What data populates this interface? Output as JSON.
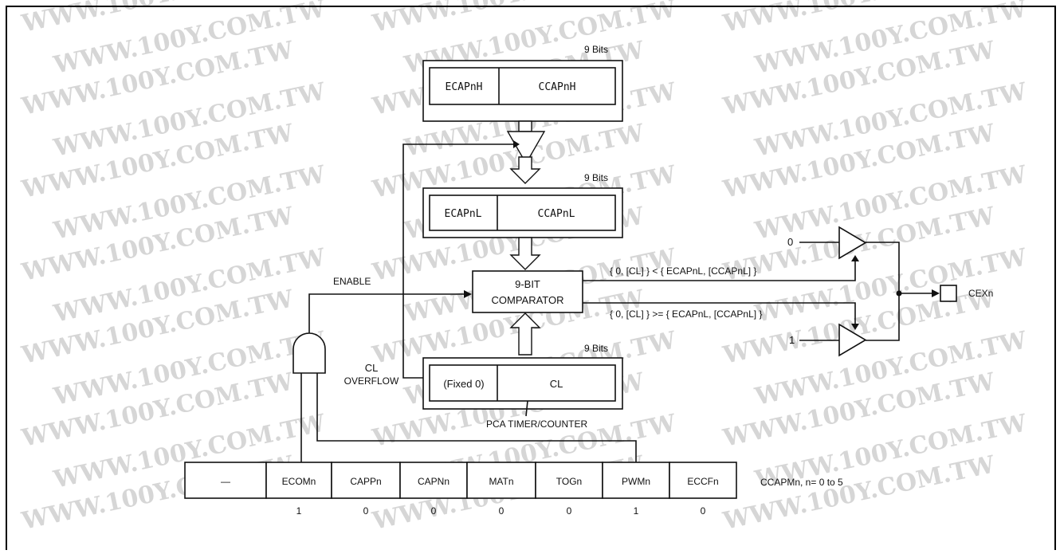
{
  "watermark": "WWW.100Y.COM.TW",
  "registers": {
    "high": {
      "bits": "9 Bits",
      "ext": "ECAPnH",
      "main": "CCAPnH"
    },
    "low": {
      "bits": "9 Bits",
      "ext": "ECAPnL",
      "main": "CCAPnL"
    },
    "timer": {
      "bits": "9 Bits",
      "ext": "(Fixed 0)",
      "main": "CL",
      "caption": "PCA TIMER/COUNTER"
    }
  },
  "comparator": {
    "line1": "9-BIT",
    "line2": "COMPARATOR"
  },
  "signals": {
    "enable": "ENABLE",
    "cl": "CL",
    "overflow": "OVERFLOW",
    "less": "{ 0, [CL] } < { ECAPnL, [CCAPnL] }",
    "ge": "{ 0, [CL] } >= { ECAPnL, [CCAPnL] }",
    "zero": "0",
    "one": "1",
    "output": "CEXn"
  },
  "mode_register": {
    "label": "CCAPMn, n= 0 to 5",
    "bits": [
      {
        "name": "—",
        "value": ""
      },
      {
        "name": "ECOMn",
        "value": "1"
      },
      {
        "name": "CAPPn",
        "value": "0"
      },
      {
        "name": "CAPNn",
        "value": "0"
      },
      {
        "name": "MATn",
        "value": "0"
      },
      {
        "name": "TOGn",
        "value": "0"
      },
      {
        "name": "PWMn",
        "value": "1"
      },
      {
        "name": "ECCFn",
        "value": "0"
      }
    ]
  }
}
